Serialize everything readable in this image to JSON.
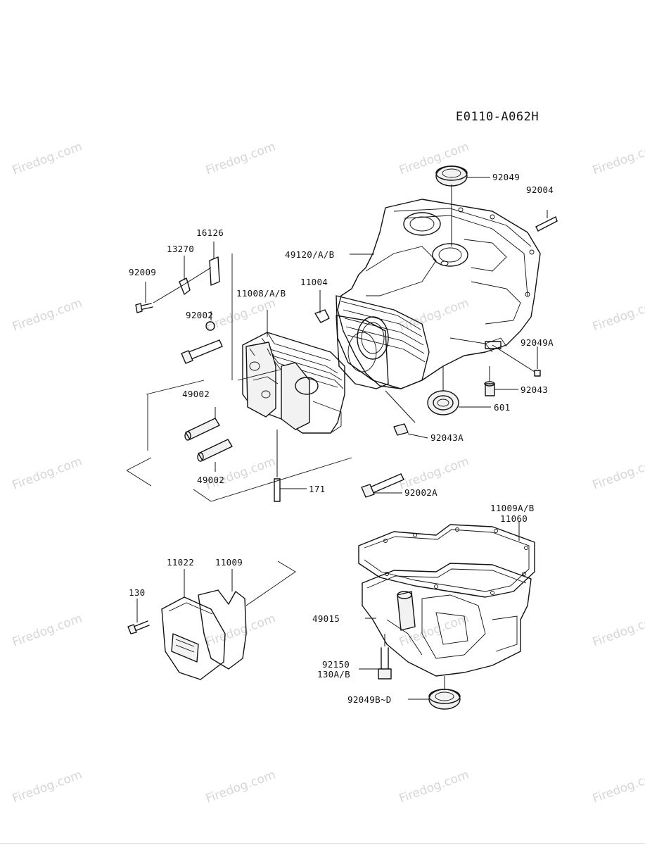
{
  "diagram_code": "E0110-A062H",
  "watermark": "Firedog.com",
  "labels": {
    "p92049": "92049",
    "p92004": "92004",
    "p49120": "49120/A/B",
    "p16126": "16126",
    "p13270": "13270",
    "p92009": "92009",
    "p11008": "11008/A/B",
    "p11004": "11004",
    "p92002": "92002",
    "p92049A": "92049A",
    "p92043": "92043",
    "p601": "601",
    "p49002a": "49002",
    "p49002b": "49002",
    "p92043A": "92043A",
    "p171": "171",
    "p92002A": "92002A",
    "p11009AB": "11009A/B",
    "p11060": "11060",
    "p11022": "11022",
    "p11009": "11009",
    "p130": "130",
    "p49015": "49015",
    "p92150": "92150",
    "p130AB": "130A/B",
    "p92049BD": "92049B~D"
  }
}
